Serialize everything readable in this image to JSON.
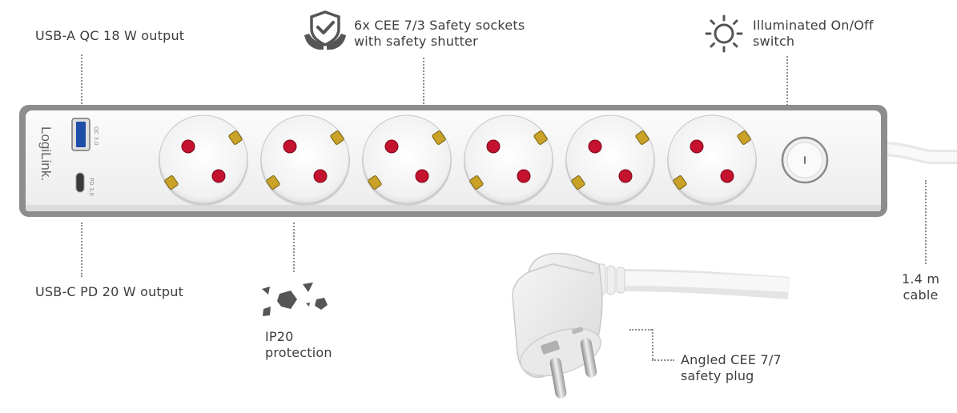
{
  "labels": {
    "usb_a": "USB-A QC 18 W output",
    "usb_c": "USB-C PD 20 W output",
    "sockets_line1": "6x CEE 7/3 Safety sockets",
    "sockets_line2": "with safety shutter",
    "switch_line1": "Illuminated On/Off",
    "switch_line2": "switch",
    "ip_line1": "IP20",
    "ip_line2": "protection",
    "cable_line1": "1.4 m",
    "cable_line2": "cable",
    "plug_line1": "Angled CEE 7/7",
    "plug_line2": "safety plug"
  },
  "product": {
    "brand": "LogiLink.",
    "port_a_mark": "QC 3.0",
    "port_c_mark": "PD 3.0",
    "socket_count": 6
  },
  "colors": {
    "text": "#3d3d3d",
    "body": "#f4f4f4",
    "frame": "#8a8a8a",
    "pin_hole": "#c4122f",
    "earth_clip": "#c9a227",
    "icon": "#555555"
  },
  "icons": [
    "shield-hands-icon",
    "sun-icon",
    "shards-icon"
  ]
}
